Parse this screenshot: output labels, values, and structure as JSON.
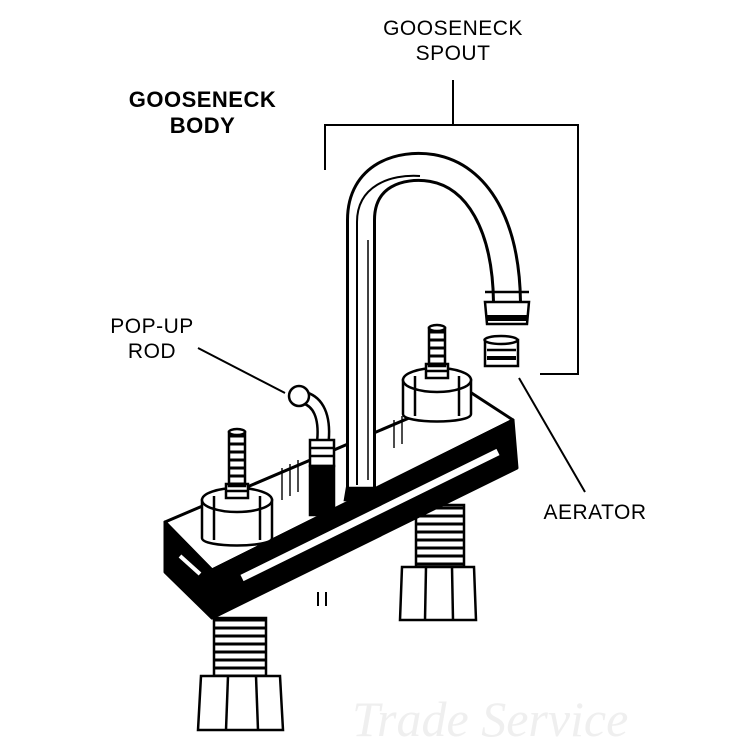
{
  "labels": {
    "gooseneck_spout": [
      "GOOSENECK",
      "SPOUT"
    ],
    "gooseneck_body": [
      "GOOSENECK",
      "BODY"
    ],
    "popup_rod": [
      "POP-UP",
      "ROD"
    ],
    "aerator": "AERATOR"
  },
  "watermark": "Trade Service",
  "colors": {
    "ink": "#000000",
    "paper": "#ffffff",
    "watermark": "#efefef"
  }
}
